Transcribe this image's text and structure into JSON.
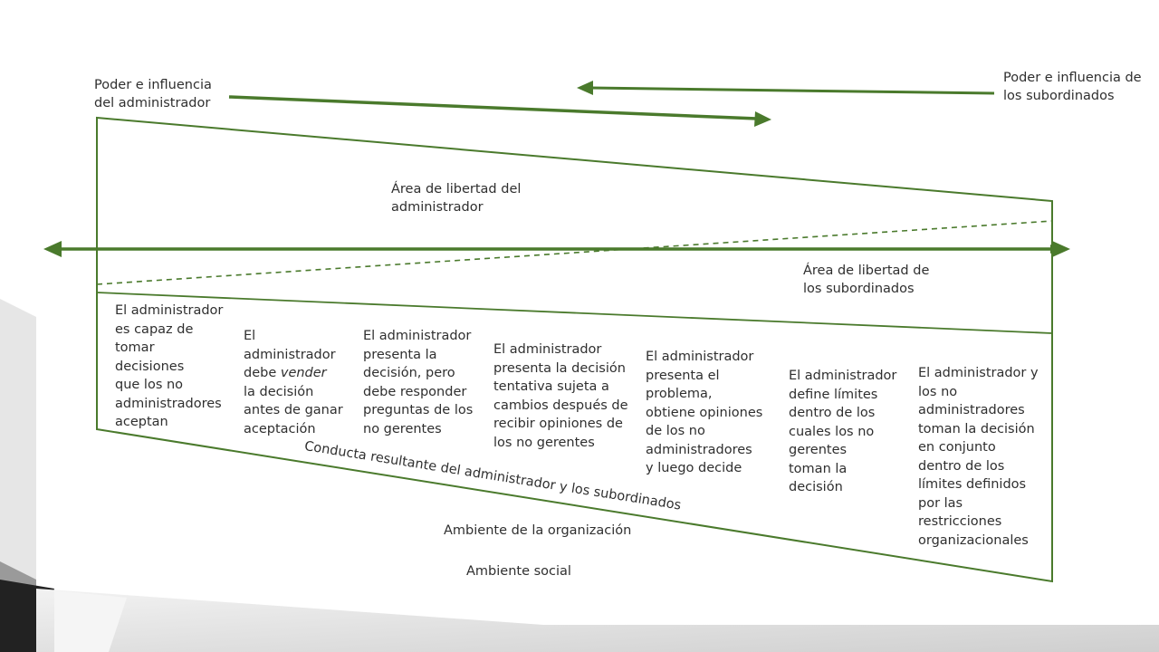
{
  "labels": {
    "manager_power": "Poder e influencia\ndel administrador",
    "subordinate_power": "Poder e influencia de\nlos subordinados",
    "manager_freedom": "Área de libertad del\nadministrador",
    "subordinate_freedom": "Área de libertad de\nlos subordinados",
    "resulting_behavior": "Conducta resultante del administrador y los subordinados",
    "org_environment": "Ambiente de la organización",
    "social_environment": "Ambiente social"
  },
  "columns": [
    {
      "text": "El administrador\nes capaz de\ntomar\ndecisiones\nque los no\nadministradores\naceptan"
    },
    {
      "pre": "El\nadministrador\ndebe ",
      "em": "vender",
      "post": "\nla decisión\nantes de ganar\naceptación"
    },
    {
      "text": "El administrador\npresenta la\ndecisión, pero\ndebe responder\npreguntas de los\nno gerentes"
    },
    {
      "text": "El administrador\npresenta la decisión\ntentativa sujeta a\ncambios después de\nrecibir opiniones de\nlos no gerentes"
    },
    {
      "text": "El administrador\npresenta el\nproblema,\nobtiene opiniones\nde los no\nadministradores\ny luego decide"
    },
    {
      "text": "El administrador\ndefine límites\ndentro de los\ncuales los no\ngerentes\ntoman la\ndecisión"
    },
    {
      "text": "El administrador y\nlos no\nadministradores\ntoman la decisión\nen conjunto\ndentro de los\nlímites definidos\npor las\nrestricciones\norganizacionales"
    }
  ],
  "colors": {
    "green": "#4a7a2c"
  }
}
